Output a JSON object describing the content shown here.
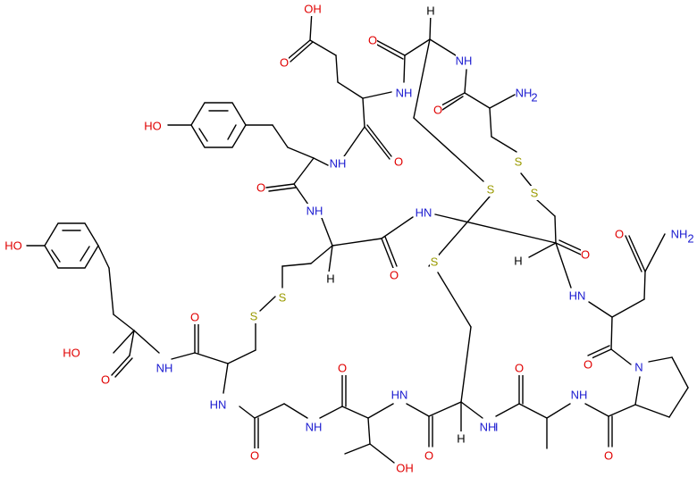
{
  "colors": {
    "bond": "#000000",
    "oxygen": "#e00000",
    "nitrogen": "#1a1ad0",
    "sulfur": "#9a9a00",
    "carbon_h": "#000000"
  },
  "atoms": [
    {
      "id": "oh_glu",
      "text": "OH",
      "element": "oxygen"
    },
    {
      "id": "o_glu_acid",
      "text": "O",
      "element": "oxygen"
    },
    {
      "id": "o_top_amide",
      "text": "O",
      "element": "oxygen"
    },
    {
      "id": "h_top",
      "text": "H",
      "element": "carbon_h"
    },
    {
      "id": "nh_top_right",
      "text": "NH",
      "element": "nitrogen"
    },
    {
      "id": "nh_glu",
      "text": "NH",
      "element": "nitrogen"
    },
    {
      "id": "o_cys_top",
      "text": "O",
      "element": "oxygen"
    },
    {
      "id": "nh2_top",
      "text": "NH",
      "element": "nitrogen"
    },
    {
      "id": "nh2_top_sub",
      "text": "2",
      "element": "nitrogen"
    },
    {
      "id": "ho_tyr1",
      "text": "HO",
      "element": "oxygen"
    },
    {
      "id": "nh_tyr1",
      "text": "NH",
      "element": "nitrogen"
    },
    {
      "id": "o_tyr1",
      "text": "O",
      "element": "oxygen"
    },
    {
      "id": "s_top_a",
      "text": "S",
      "element": "sulfur"
    },
    {
      "id": "s_top_b",
      "text": "S",
      "element": "sulfur"
    },
    {
      "id": "o_tyr1_co",
      "text": "O",
      "element": "oxygen"
    },
    {
      "id": "nh_cys2",
      "text": "NH",
      "element": "nitrogen"
    },
    {
      "id": "hn_mid",
      "text": "HN",
      "element": "nitrogen"
    },
    {
      "id": "s_mid_center",
      "text": "S",
      "element": "sulfur"
    },
    {
      "id": "o_asn_side",
      "text": "O",
      "element": "oxygen"
    },
    {
      "id": "nh2_asn",
      "text": "NH",
      "element": "nitrogen"
    },
    {
      "id": "nh2_asn_sub",
      "text": "2",
      "element": "nitrogen"
    },
    {
      "id": "h_right",
      "text": "H",
      "element": "carbon_h"
    },
    {
      "id": "o_right_co",
      "text": "O",
      "element": "oxygen"
    },
    {
      "id": "ho_tyr2",
      "text": "HO",
      "element": "oxygen"
    },
    {
      "id": "h_cys2",
      "text": "H",
      "element": "carbon_h"
    },
    {
      "id": "o_cys2_co",
      "text": "O",
      "element": "oxygen"
    },
    {
      "id": "s_mid_left",
      "text": "S",
      "element": "sulfur"
    },
    {
      "id": "hn_asn",
      "text": "HN",
      "element": "nitrogen"
    },
    {
      "id": "s_left_a",
      "text": "S",
      "element": "sulfur"
    },
    {
      "id": "s_left_b",
      "text": "S",
      "element": "sulfur"
    },
    {
      "id": "o_left_co",
      "text": "O",
      "element": "oxygen"
    },
    {
      "id": "o_thr_co",
      "text": "O",
      "element": "oxygen"
    },
    {
      "id": "o_ala_co",
      "text": "O",
      "element": "oxygen"
    },
    {
      "id": "o_pro_up",
      "text": "O",
      "element": "oxygen"
    },
    {
      "id": "n_pro",
      "text": "N",
      "element": "nitrogen"
    },
    {
      "id": "ho_tyr2_acid",
      "text": "HO",
      "element": "oxygen"
    },
    {
      "id": "nh_tyr2",
      "text": "NH",
      "element": "nitrogen"
    },
    {
      "id": "o_tyr2_acid",
      "text": "O",
      "element": "oxygen"
    },
    {
      "id": "hn_cys3",
      "text": "HN",
      "element": "nitrogen"
    },
    {
      "id": "hn_thr",
      "text": "HN",
      "element": "nitrogen"
    },
    {
      "id": "nh_ala",
      "text": "NH",
      "element": "nitrogen"
    },
    {
      "id": "nh_pro",
      "text": "NH",
      "element": "nitrogen"
    },
    {
      "id": "nh_gly",
      "text": "NH",
      "element": "nitrogen"
    },
    {
      "id": "nh_cys4",
      "text": "NH",
      "element": "nitrogen"
    },
    {
      "id": "h_cys4",
      "text": "H",
      "element": "carbon_h"
    },
    {
      "id": "o_gly_co",
      "text": "O",
      "element": "oxygen"
    },
    {
      "id": "o_cys4_co",
      "text": "O",
      "element": "oxygen"
    },
    {
      "id": "o_ala2_co",
      "text": "O",
      "element": "oxygen"
    },
    {
      "id": "oh_thr",
      "text": "OH",
      "element": "oxygen"
    }
  ]
}
